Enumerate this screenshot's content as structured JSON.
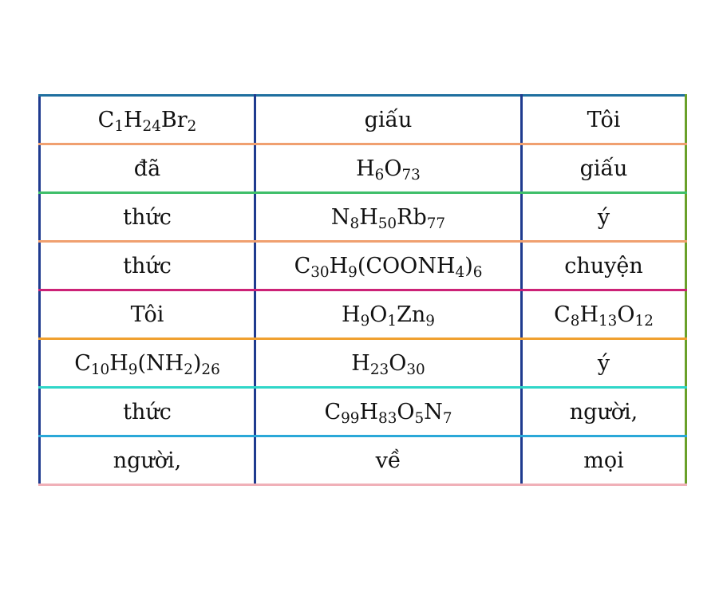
{
  "table": {
    "rows": [
      [
        {
          "parts": [
            [
              "C",
              ""
            ],
            [
              "1",
              "sub"
            ],
            [
              "H",
              ""
            ],
            [
              "24",
              "sub"
            ],
            [
              "Br",
              ""
            ],
            [
              "2",
              "sub"
            ]
          ]
        },
        {
          "parts": [
            [
              "giấu",
              ""
            ]
          ]
        },
        {
          "parts": [
            [
              "Tôi",
              ""
            ]
          ]
        }
      ],
      [
        {
          "parts": [
            [
              "đã",
              ""
            ]
          ]
        },
        {
          "parts": [
            [
              "H",
              ""
            ],
            [
              "6",
              "sub"
            ],
            [
              "O",
              ""
            ],
            [
              "73",
              "sub"
            ]
          ]
        },
        {
          "parts": [
            [
              "giấu",
              ""
            ]
          ]
        }
      ],
      [
        {
          "parts": [
            [
              "thức",
              ""
            ]
          ]
        },
        {
          "parts": [
            [
              "N",
              ""
            ],
            [
              "8",
              "sub"
            ],
            [
              "H",
              ""
            ],
            [
              "50",
              "sub"
            ],
            [
              "Rb",
              ""
            ],
            [
              "77",
              "sub"
            ]
          ]
        },
        {
          "parts": [
            [
              "ý",
              ""
            ]
          ]
        }
      ],
      [
        {
          "parts": [
            [
              "thức",
              ""
            ]
          ]
        },
        {
          "parts": [
            [
              "C",
              ""
            ],
            [
              "30",
              "sub"
            ],
            [
              "H",
              ""
            ],
            [
              "9",
              "sub"
            ],
            [
              "(COONH",
              ""
            ],
            [
              "4",
              "sub"
            ],
            [
              ")",
              ""
            ],
            [
              "6",
              "sub"
            ]
          ]
        },
        {
          "parts": [
            [
              "chuyện",
              ""
            ]
          ]
        }
      ],
      [
        {
          "parts": [
            [
              "Tôi",
              ""
            ]
          ]
        },
        {
          "parts": [
            [
              "H",
              ""
            ],
            [
              "9",
              "sub"
            ],
            [
              "O",
              ""
            ],
            [
              "1",
              "sub"
            ],
            [
              "Zn",
              ""
            ],
            [
              "9",
              "sub"
            ]
          ]
        },
        {
          "parts": [
            [
              "C",
              ""
            ],
            [
              "8",
              "sub"
            ],
            [
              "H",
              ""
            ],
            [
              "13",
              "sub"
            ],
            [
              "O",
              ""
            ],
            [
              "12",
              "sub"
            ]
          ]
        }
      ],
      [
        {
          "parts": [
            [
              "C",
              ""
            ],
            [
              "10",
              "sub"
            ],
            [
              "H",
              ""
            ],
            [
              "9",
              "sub"
            ],
            [
              "(NH",
              ""
            ],
            [
              "2",
              "sub"
            ],
            [
              ")",
              ""
            ],
            [
              "26",
              "sub"
            ]
          ]
        },
        {
          "parts": [
            [
              "H",
              ""
            ],
            [
              "23",
              "sub"
            ],
            [
              "O",
              ""
            ],
            [
              "30",
              "sub"
            ]
          ]
        },
        {
          "parts": [
            [
              "ý",
              ""
            ]
          ]
        }
      ],
      [
        {
          "parts": [
            [
              "thức",
              ""
            ]
          ]
        },
        {
          "parts": [
            [
              "C",
              ""
            ],
            [
              "99",
              "sub"
            ],
            [
              "H",
              ""
            ],
            [
              "83",
              "sub"
            ],
            [
              "O",
              ""
            ],
            [
              "5",
              "sub"
            ],
            [
              "N",
              ""
            ],
            [
              "7",
              "sub"
            ]
          ]
        },
        {
          "parts": [
            [
              "người,",
              ""
            ]
          ]
        }
      ],
      [
        {
          "parts": [
            [
              "người,",
              ""
            ]
          ]
        },
        {
          "parts": [
            [
              "về",
              ""
            ]
          ]
        },
        {
          "parts": [
            [
              "mọi",
              ""
            ]
          ]
        }
      ]
    ]
  }
}
